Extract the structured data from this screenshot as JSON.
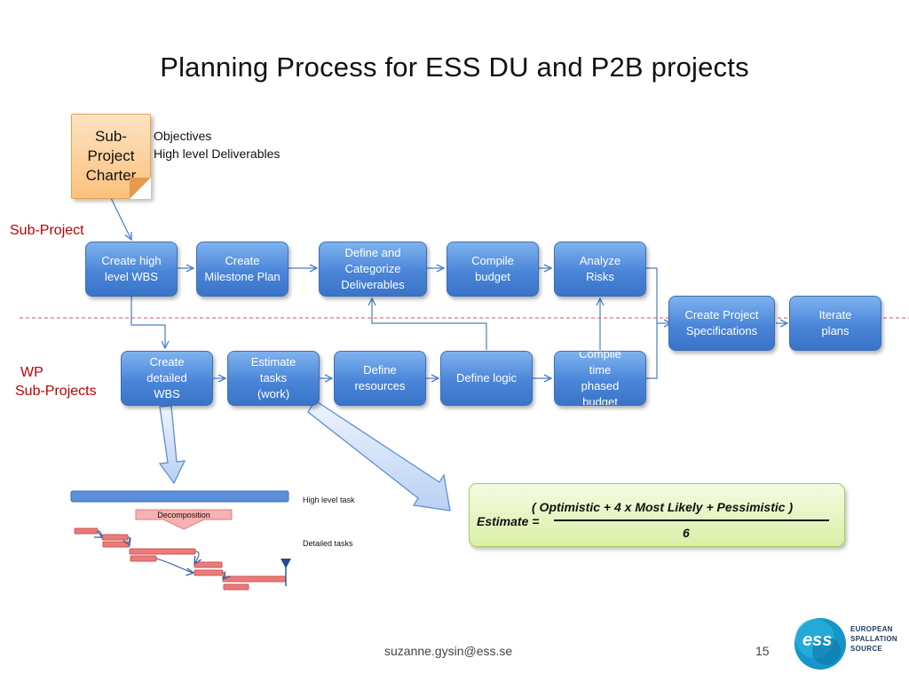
{
  "title": "Planning Process for ESS DU and P2B projects",
  "charter": {
    "label": "Sub-Project Charter"
  },
  "objectives": [
    "Objectives",
    "High level Deliverables"
  ],
  "lanes": {
    "sub_project": "Sub-Project",
    "wp_line1": "WP",
    "wp_line2": "Sub-Projects"
  },
  "steps": {
    "create_high_level_wbs": "Create high level WBS",
    "create_milestone_plan": "Create Milestone Plan",
    "define_categorize_deliverables": "Define and Categorize Deliverables",
    "compile_budget": "Compile budget",
    "analyze_risks": "Analyze Risks",
    "create_project_specifications": "Create Project Specifications",
    "iterate_plans": "Iterate plans",
    "create_detailed_wbs": "Create detailed WBS",
    "estimate_tasks": "Estimate tasks (work)",
    "define_resources": "Define resources",
    "define_logic": "Define logic",
    "compile_time_phased_budget": "Compile time phased budget"
  },
  "decomposition": {
    "high_level_task": "High level task",
    "decomposition": "Decomposition",
    "detailed_tasks": "Detailed tasks"
  },
  "formula": {
    "numerator": "( Optimistic + 4 x Most Likely + Pessimistic )",
    "lhs": "Estimate =",
    "denominator": "6"
  },
  "footer": {
    "email": "suzanne.gysin@ess.se",
    "page": "15"
  },
  "logo": {
    "mark": "ess",
    "line1": "EUROPEAN",
    "line2": "SPALLATION",
    "line3": "SOURCE"
  },
  "colors": {
    "process_box": "#4a85d8",
    "charter_note": "#fbc17d",
    "lane_label": "#c00000",
    "divider": "#e05050",
    "formula_box": "#d9f0a6",
    "task_bar": "#e86c6c",
    "summary_bar": "#5b8fd9"
  }
}
